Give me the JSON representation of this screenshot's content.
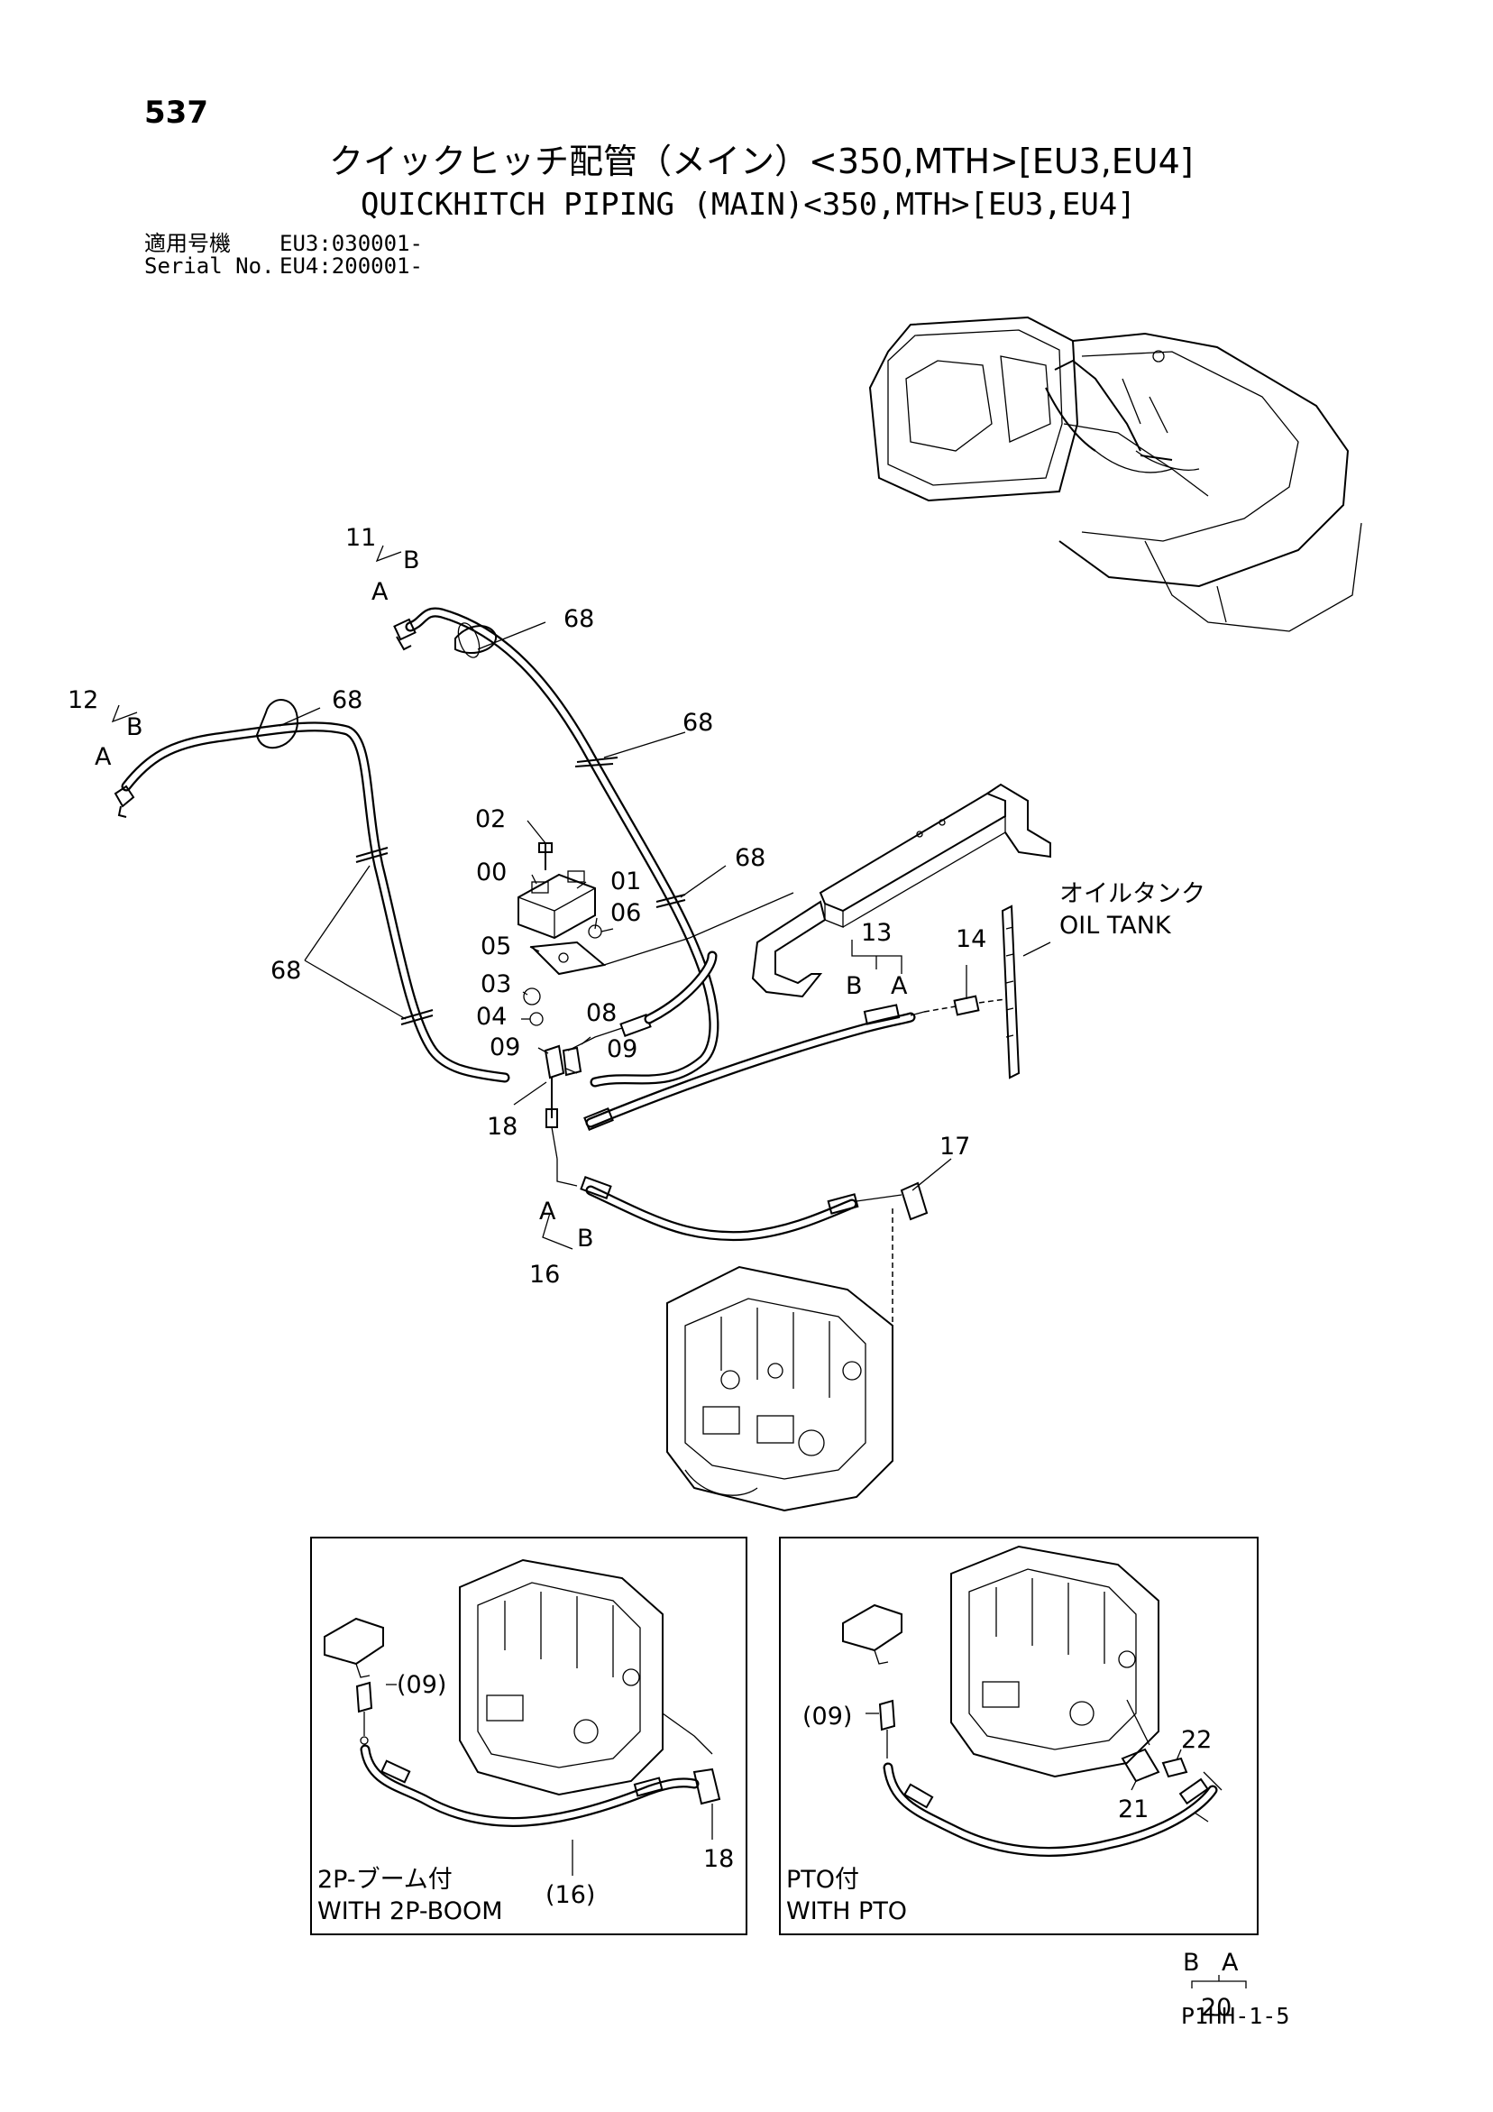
{
  "header": {
    "page_number": "537",
    "title_ja": "クイックヒッチ配管（メイン）<350,MTH>[EU3,EU4]",
    "title_en": "QUICKHITCH PIPING (MAIN)<350,MTH>[EU3,EU4]",
    "serial_label_ja": "適用号機",
    "serial_label_en": "Serial No.",
    "serial_values": [
      "EU3:030001-",
      "EU4:200001-"
    ]
  },
  "callouts": {
    "p00": "00",
    "p01": "01",
    "p02": "02",
    "p03": "03",
    "p04": "04",
    "p05": "05",
    "p06": "06",
    "p08": "08",
    "p09a": "09",
    "p09b": "09",
    "p11": "11",
    "p12": "12",
    "p13": "13",
    "p14": "14",
    "p16": "16",
    "p17": "17",
    "p18": "18",
    "p68a": "68",
    "p68b": "68",
    "p68c": "68",
    "p68d": "68",
    "p68e": "68",
    "a11": "A",
    "b11": "B",
    "a12": "A",
    "b12": "B",
    "a13": "A",
    "b13": "B",
    "a16": "A",
    "b16": "B"
  },
  "oil_tank": {
    "label_ja": "オイルタンク",
    "label_en": "OIL TANK"
  },
  "insets": {
    "boom": {
      "label_ja": "2P-ブーム付",
      "label_en": "WITH 2P-BOOM",
      "c09": "(09)",
      "c16": "(16)",
      "c18": "18"
    },
    "pto": {
      "label_ja": "PTO付",
      "label_en": "WITH PTO",
      "c09": "(09)",
      "c20": "20",
      "c21": "21",
      "c22": "22",
      "a20": "A",
      "b20": "B"
    }
  },
  "footer": {
    "doc_code": "P1HH-1-5"
  }
}
